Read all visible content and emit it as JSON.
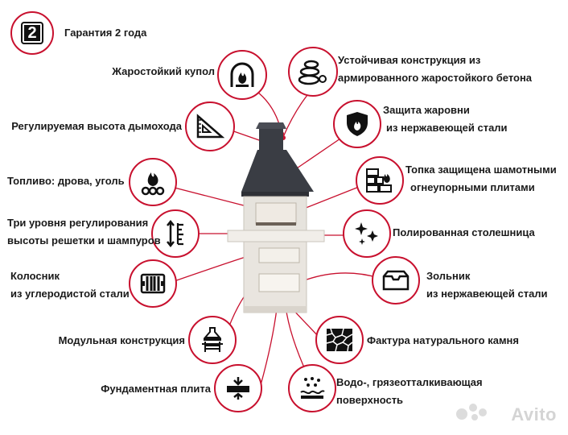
{
  "features": {
    "warranty": "Гарантия 2 года",
    "dome": "Жаростойкий купол",
    "structure": [
      "Устойчивая конструкция из",
      "армированного жаростойкого бетона"
    ],
    "chimney": "Регулируемая высота дымохода",
    "brazier": [
      "Защита жаровни",
      "из нержавеющей стали"
    ],
    "fuel": "Топливо: дрова, уголь",
    "firebox": [
      "Топка защищена шамотными",
      "огнеупорными плитами"
    ],
    "grate_levels": [
      "Три уровня регулирования",
      "высоты решетки и шампуров"
    ],
    "countertop": "Полированная столешница",
    "grate": [
      "Колосник",
      "из углеродистой стали"
    ],
    "ash_box": [
      "Зольник",
      "из нержавеющей стали"
    ],
    "modular": "Модульная конструкция",
    "stone": "Фактура натурального камня",
    "base_plate": "Фундаментная плита",
    "repellent": [
      "Водо-, грязеотталкивающая",
      "поверхность"
    ]
  },
  "warranty_number": "2",
  "watermark": "Avito",
  "icons": [
    "number-2-icon",
    "fire-arch-icon",
    "stones-icon",
    "set-square-icon",
    "shield-fire-icon",
    "fire-wood-icon",
    "brick-fire-icon",
    "height-adjust-icon",
    "sparkle-icon",
    "grate-icon",
    "ash-tray-icon",
    "modular-icon",
    "stone-texture-icon",
    "base-plate-icon",
    "water-drops-icon"
  ],
  "accent_color": "#c8102e"
}
